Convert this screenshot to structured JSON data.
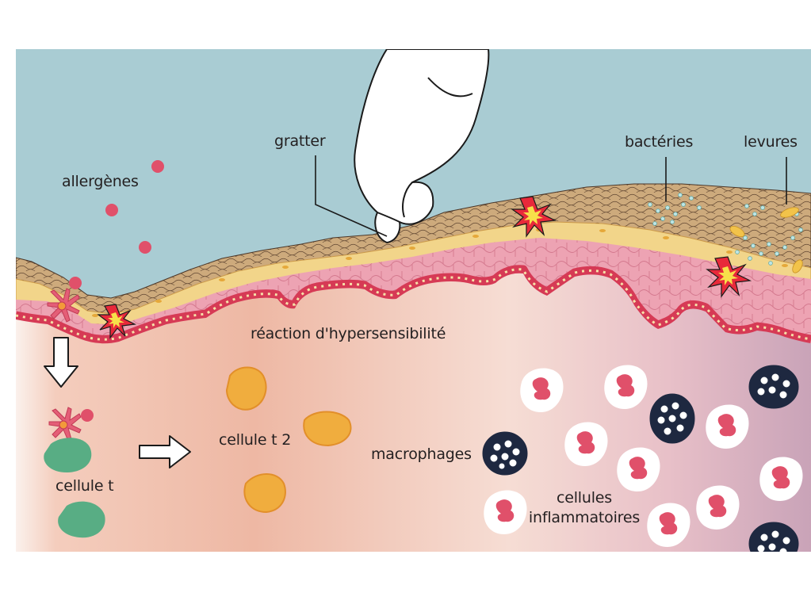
{
  "labels": {
    "allergens": "allergènes",
    "scratch": "gratter",
    "bacteria": "bactéries",
    "yeasts": "levures",
    "hypersensitivity": "réaction d'hypersensibilité",
    "t_cell": "cellule t",
    "t2_cell": "cellule t 2",
    "macrophages": "macrophages",
    "inflammatory_line1": "cellules",
    "inflammatory_line2": "inflammatoires"
  },
  "colors": {
    "sky": "#a9ccd3",
    "stratum_corneum": "#cdaa7c",
    "yellow_layer": "#f2d58a",
    "epidermis_pink": "#eda3b3",
    "basal_red": "#d63a55",
    "allergen": "#e0506a",
    "t_cell": "#58ad84",
    "t2_cell": "#f0ad3e",
    "macrophage": "#1e2840",
    "neutrophil_nucleus": "#e0506a",
    "explosion_red": "#e8293a",
    "explosion_yellow": "#f7e04a"
  },
  "icons": [
    "scratching-finger-icon",
    "explosion-icon",
    "arrow-down-icon",
    "arrow-right-icon",
    "dendritic-cell-icon"
  ]
}
